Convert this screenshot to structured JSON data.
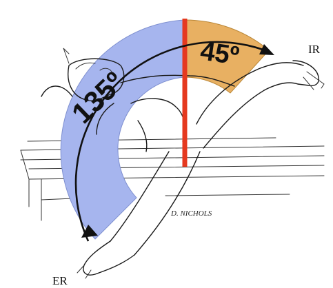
{
  "labels": {
    "external_rotation_angle": "135º",
    "internal_rotation_angle": "45º",
    "internal_rotation": "IR",
    "external_rotation": "ER",
    "signature": "D. NICHOLS"
  },
  "colors": {
    "external_rotation_band": "#a6b5ee",
    "internal_rotation_band": "#e8b062",
    "neutral_line": "#e5391f",
    "outline": "#1a1a1a"
  }
}
